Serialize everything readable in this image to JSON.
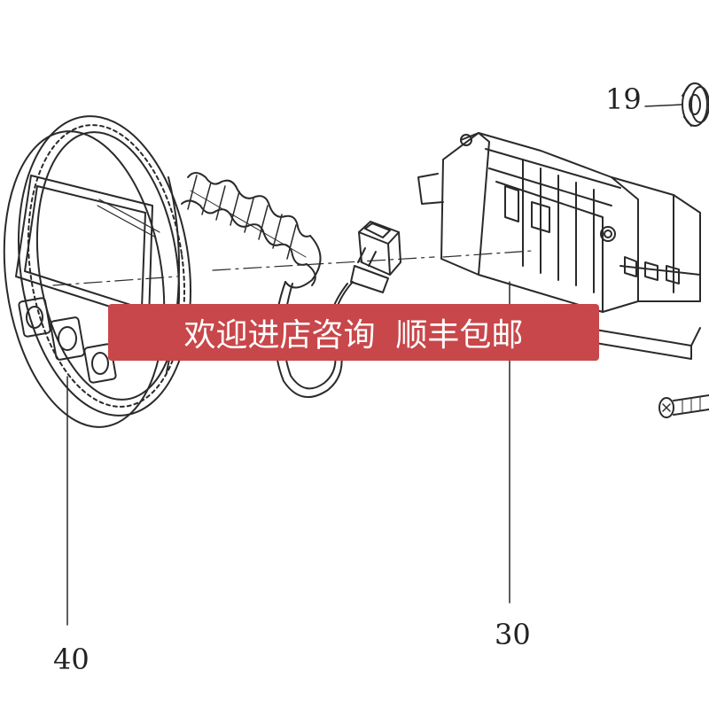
{
  "callouts": {
    "part_19": "19",
    "part_30": "30",
    "part_40": "40"
  },
  "banner": {
    "text": "欢迎进店咨询  顺丰包邮",
    "bg_color": "#c8474a",
    "text_color": "#ffffff"
  },
  "colors": {
    "line": "#2a2a2a",
    "background": "#ffffff"
  }
}
